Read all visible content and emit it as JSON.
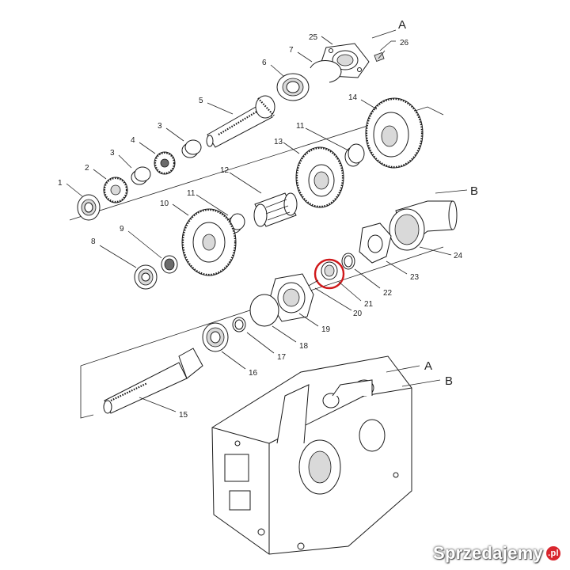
{
  "diagram": {
    "part_numbers": [
      "1",
      "2",
      "3",
      "3",
      "4",
      "5",
      "6",
      "7",
      "8",
      "9",
      "10",
      "11",
      "11",
      "12",
      "13",
      "14",
      "15",
      "16",
      "17",
      "18",
      "19",
      "20",
      "21",
      "22",
      "23",
      "24",
      "25",
      "26"
    ],
    "reference_letters": [
      "A",
      "B",
      "A",
      "B"
    ],
    "highlighted_part": "20",
    "highlight_color": "#d0191b"
  },
  "watermark": {
    "text": "Sprzedajemy",
    "badge": ".pl",
    "color": "#d9262e"
  }
}
